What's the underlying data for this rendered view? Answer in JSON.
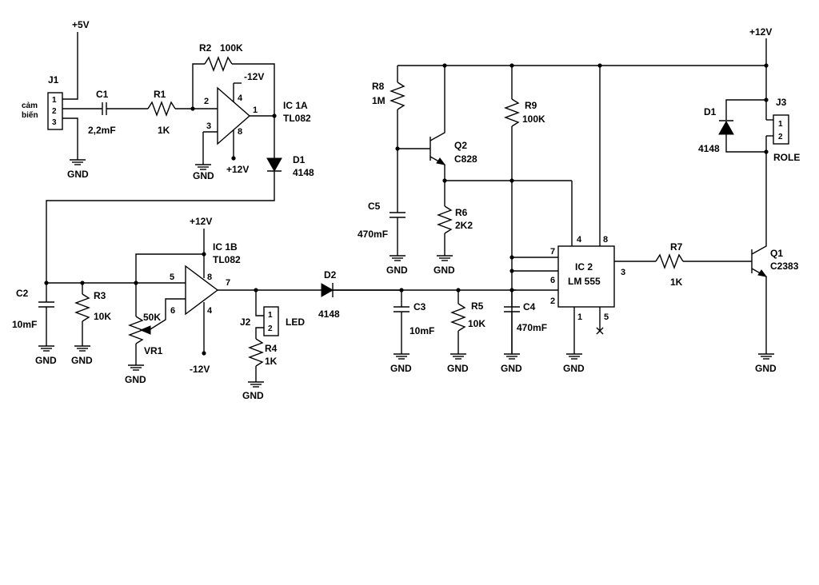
{
  "labels": {
    "p5v": "+5V",
    "j1": "J1",
    "cam_bien_1": "cảm",
    "cam_bien_2": "biến",
    "c1": "C1",
    "c1_val": "2,2mF",
    "r1": "R1",
    "r1_val": "1K",
    "r2": "R2",
    "r2_val": "100K",
    "ic1a": "IC 1A",
    "ic1a_part": "TL082",
    "d1a": "D1",
    "d1a_val": "4148",
    "m12_top": "-12V",
    "p12_ic1a": "+12V",
    "c2": "C2",
    "c2_val": "10mF",
    "r3": "R3",
    "r3_val": "10K",
    "p12_ic1b": "+12V",
    "ic1b": "IC 1B",
    "ic1b_part": "TL082",
    "vr1": "VR1",
    "vr1_val": "50K",
    "m12_ic1b": "-12V",
    "j2": "J2",
    "led": "LED",
    "r4": "R4",
    "r4_val": "1K",
    "d2": "D2",
    "d2_val": "4148",
    "c3": "C3",
    "c3_val": "10mF",
    "r5": "R5",
    "r5_val": "10K",
    "c4": "C4",
    "c4_val": "470mF",
    "r8": "R8",
    "r8_val": "1M",
    "c5": "C5",
    "c5_val": "470mF",
    "q2": "Q2",
    "q2_val": "C828",
    "r6": "R6",
    "r6_val": "2K2",
    "r9": "R9",
    "r9_val": "100K",
    "ic2": "IC 2",
    "ic2_part": "LM 555",
    "r7": "R7",
    "r7_val": "1K",
    "q1": "Q1",
    "q1_val": "C2383",
    "p12_right": "+12V",
    "d1b": "D1",
    "d1b_val": "4148",
    "j3": "J3",
    "role": "ROLE",
    "gnd": "GND"
  },
  "pins": {
    "j1_1": "1",
    "j1_2": "2",
    "j1_3": "3",
    "ic1a_2": "2",
    "ic1a_3": "3",
    "ic1a_4": "4",
    "ic1a_8": "8",
    "ic1a_1": "1",
    "ic1b_5": "5",
    "ic1b_6": "6",
    "ic1b_8": "8",
    "ic1b_4": "4",
    "ic1b_7": "7",
    "j2_1": "1",
    "j2_2": "2",
    "j3_1": "1",
    "j3_2": "2",
    "ic2_4": "4",
    "ic2_8": "8",
    "ic2_7": "7",
    "ic2_6": "6",
    "ic2_2": "2",
    "ic2_1": "1",
    "ic2_5": "5",
    "ic2_3": "3"
  }
}
